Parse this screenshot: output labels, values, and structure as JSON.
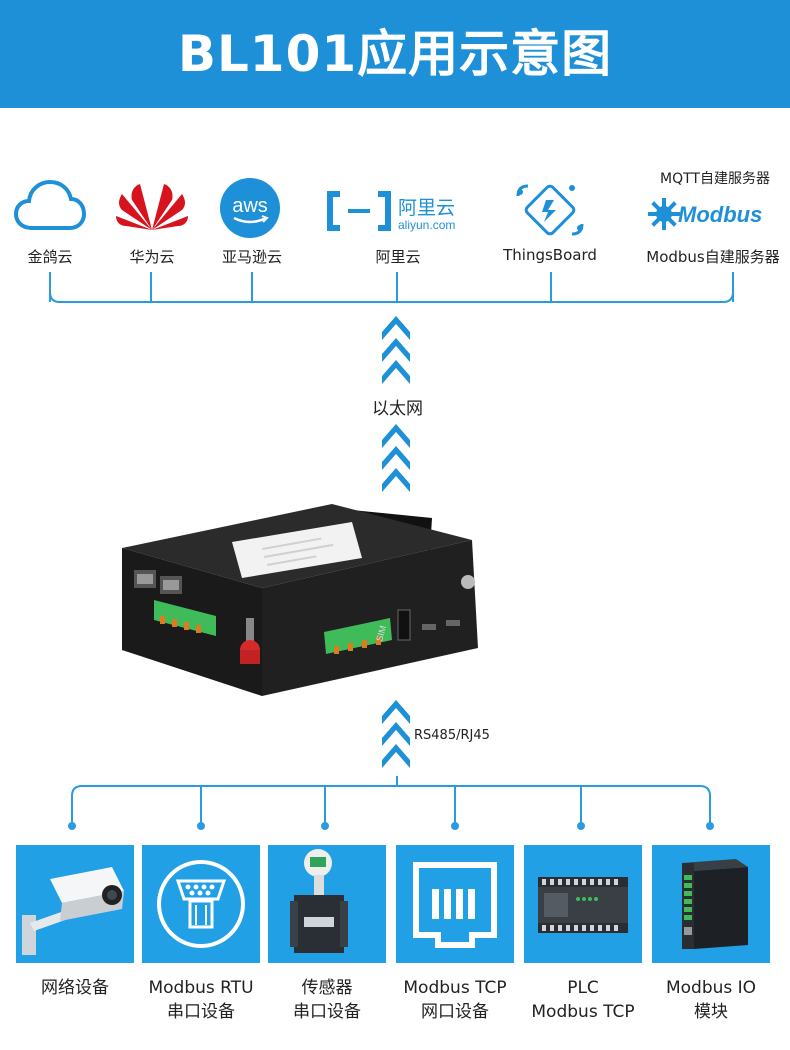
{
  "header": {
    "title": "BL101应用示意图"
  },
  "clouds": [
    {
      "label": "金鸽云",
      "icon": "cloud-outline-icon"
    },
    {
      "label": "华为云",
      "icon": "huawei-logo-icon"
    },
    {
      "label": "亚马逊云",
      "icon": "aws-logo-icon",
      "logo_text": "aws"
    },
    {
      "label": "阿里云",
      "icon": "aliyun-logo-icon",
      "logo_main": "阿里云",
      "logo_sub": "aliyun.com"
    },
    {
      "label": "ThingsBoard",
      "icon": "thingsboard-logo-icon"
    },
    {
      "label": "Modbus自建服务器",
      "icon": "modbus-logo-icon",
      "logo_text": "Modbus",
      "top_label": "MQTT自建服务器"
    }
  ],
  "links": {
    "ethernet": "以太网",
    "serial": "RS485/RJ45"
  },
  "gateway": {
    "label_text": "SIM"
  },
  "devices": [
    {
      "line1": "网络设备",
      "line2": "",
      "icon": "camera-icon"
    },
    {
      "line1": "Modbus RTU",
      "line2": "串口设备",
      "icon": "serial-port-icon"
    },
    {
      "line1": "传感器",
      "line2": "串口设备",
      "icon": "flowmeter-sensor-icon"
    },
    {
      "line1": "Modbus TCP",
      "line2": "网口设备",
      "icon": "rj45-port-icon"
    },
    {
      "line1": "PLC",
      "line2": "Modbus TCP",
      "icon": "plc-icon"
    },
    {
      "line1": "Modbus IO",
      "line2": "模块",
      "icon": "io-module-icon"
    }
  ],
  "colors": {
    "accent": "#1e90d8",
    "tile": "#21a0e6",
    "arrow": "#1e90d8",
    "line": "#2a9be0"
  }
}
